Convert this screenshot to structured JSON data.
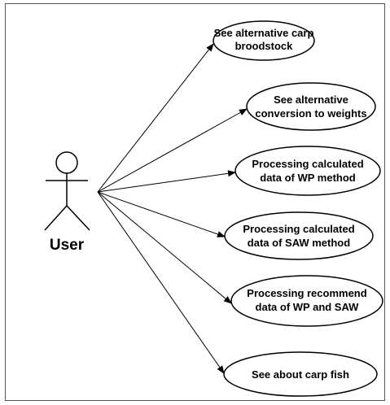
{
  "diagram": {
    "actor": {
      "label": "User"
    },
    "use_cases": [
      {
        "lines": [
          "See alternative carp",
          "broodstock"
        ]
      },
      {
        "lines": [
          "See alternative",
          "conversion to weights"
        ]
      },
      {
        "lines": [
          "Processing calculated",
          "data of WP method"
        ]
      },
      {
        "lines": [
          "Processing calculated",
          "data of SAW method"
        ]
      },
      {
        "lines": [
          "Processing recommend",
          "data of WP and SAW"
        ]
      },
      {
        "lines": [
          "See about carp fish"
        ]
      }
    ]
  }
}
